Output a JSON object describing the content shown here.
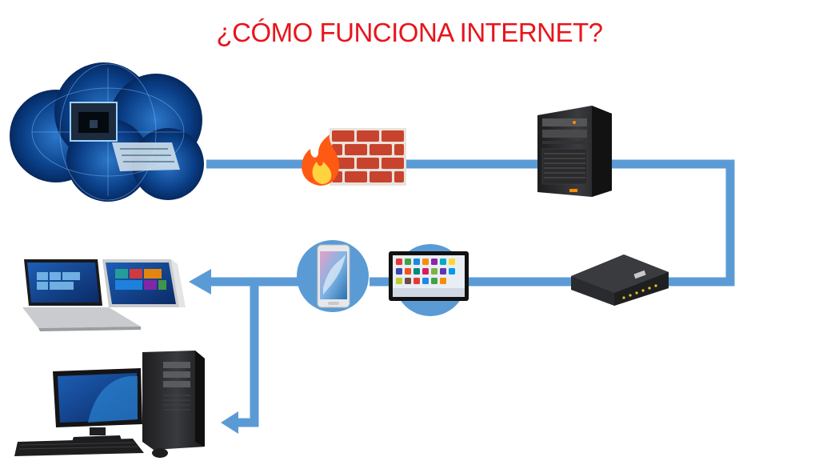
{
  "title": "¿CÓMO FUNCIONA  INTERNET?",
  "colors": {
    "title": "#e8141b",
    "line": "#5b9bd5",
    "circle": "#5b9bd5",
    "brick": "#c8432d",
    "mortar": "#e9e2dc",
    "flame": "#ff7a1a"
  },
  "nodes": [
    {
      "name": "internet-cloud",
      "icon": "cloud-network-cable-icon"
    },
    {
      "name": "firewall",
      "icon": "firewall-brick-wall-icon"
    },
    {
      "name": "server",
      "icon": "server-tower-icon"
    },
    {
      "name": "router",
      "icon": "router-modem-icon"
    },
    {
      "name": "tablet",
      "icon": "tablet-icon"
    },
    {
      "name": "smartphone",
      "icon": "smartphone-icon"
    },
    {
      "name": "laptops",
      "icon": "laptop-icon"
    },
    {
      "name": "desktop-computer",
      "icon": "desktop-computer-icon"
    }
  ]
}
